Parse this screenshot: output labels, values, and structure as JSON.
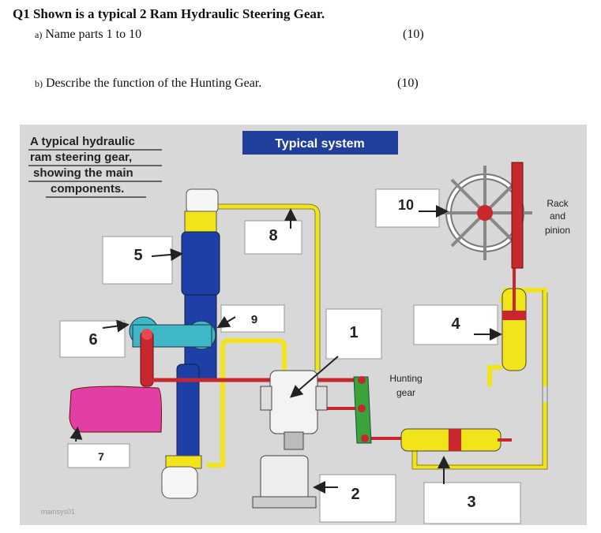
{
  "question": {
    "title": "Q1  Shown is a typical 2 Ram Hydraulic Steering Gear.",
    "part_a": {
      "letter": "a)",
      "text": "Name parts 1 to 10",
      "marks": "(10)"
    },
    "part_b": {
      "letter": "b)",
      "text": "Describe the function of the Hunting Gear.",
      "marks": "(10)"
    }
  },
  "diagram": {
    "caption": [
      "A typical hydraulic",
      "ram steering gear,",
      "showing the main",
      "components."
    ],
    "banner": "Typical system",
    "watermark": "mainsys01",
    "labels": {
      "rack_pinion": [
        "Rack",
        "and",
        "pinion"
      ],
      "hunting_gear": [
        "Hunting",
        "gear"
      ]
    },
    "part_numbers": [
      "1",
      "2",
      "3",
      "4",
      "5",
      "6",
      "7",
      "8",
      "9",
      "10"
    ],
    "colors": {
      "background": "#d8d8d8",
      "banner": "#1f3f9a",
      "ram": "#1f3fa8",
      "pipe": "#f2e41b",
      "link": "#c8282d",
      "tank": "#e23ea3",
      "hunting": "#3aa33a"
    }
  }
}
